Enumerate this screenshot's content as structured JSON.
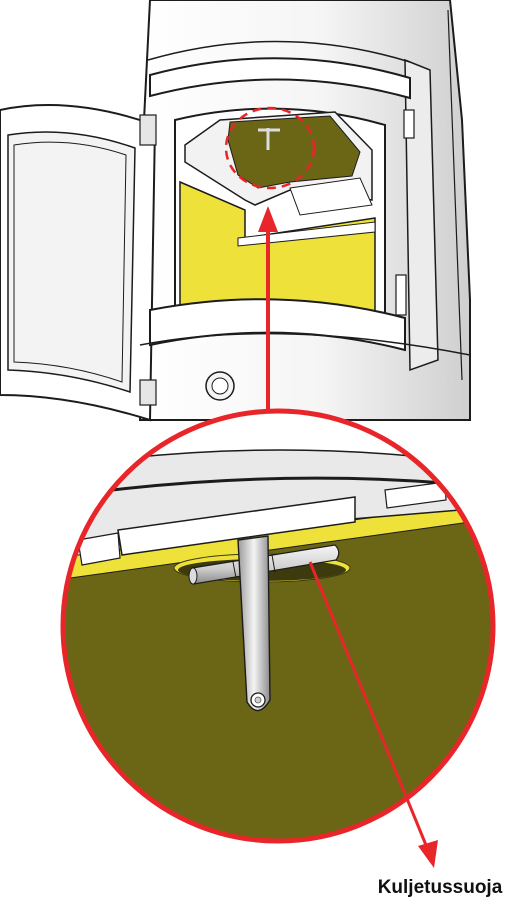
{
  "callout": {
    "label": "Kuljetussuoja"
  },
  "colors": {
    "highlight": "#e8262a",
    "interior_yellow": "#ede13a",
    "floor_olive": "#6b6516",
    "line": "#1c1c1c",
    "metal": "#f2f2f2"
  },
  "icons": {
    "detail": "magnifier-detail-circle",
    "marker": "dashed-circle-marker"
  }
}
